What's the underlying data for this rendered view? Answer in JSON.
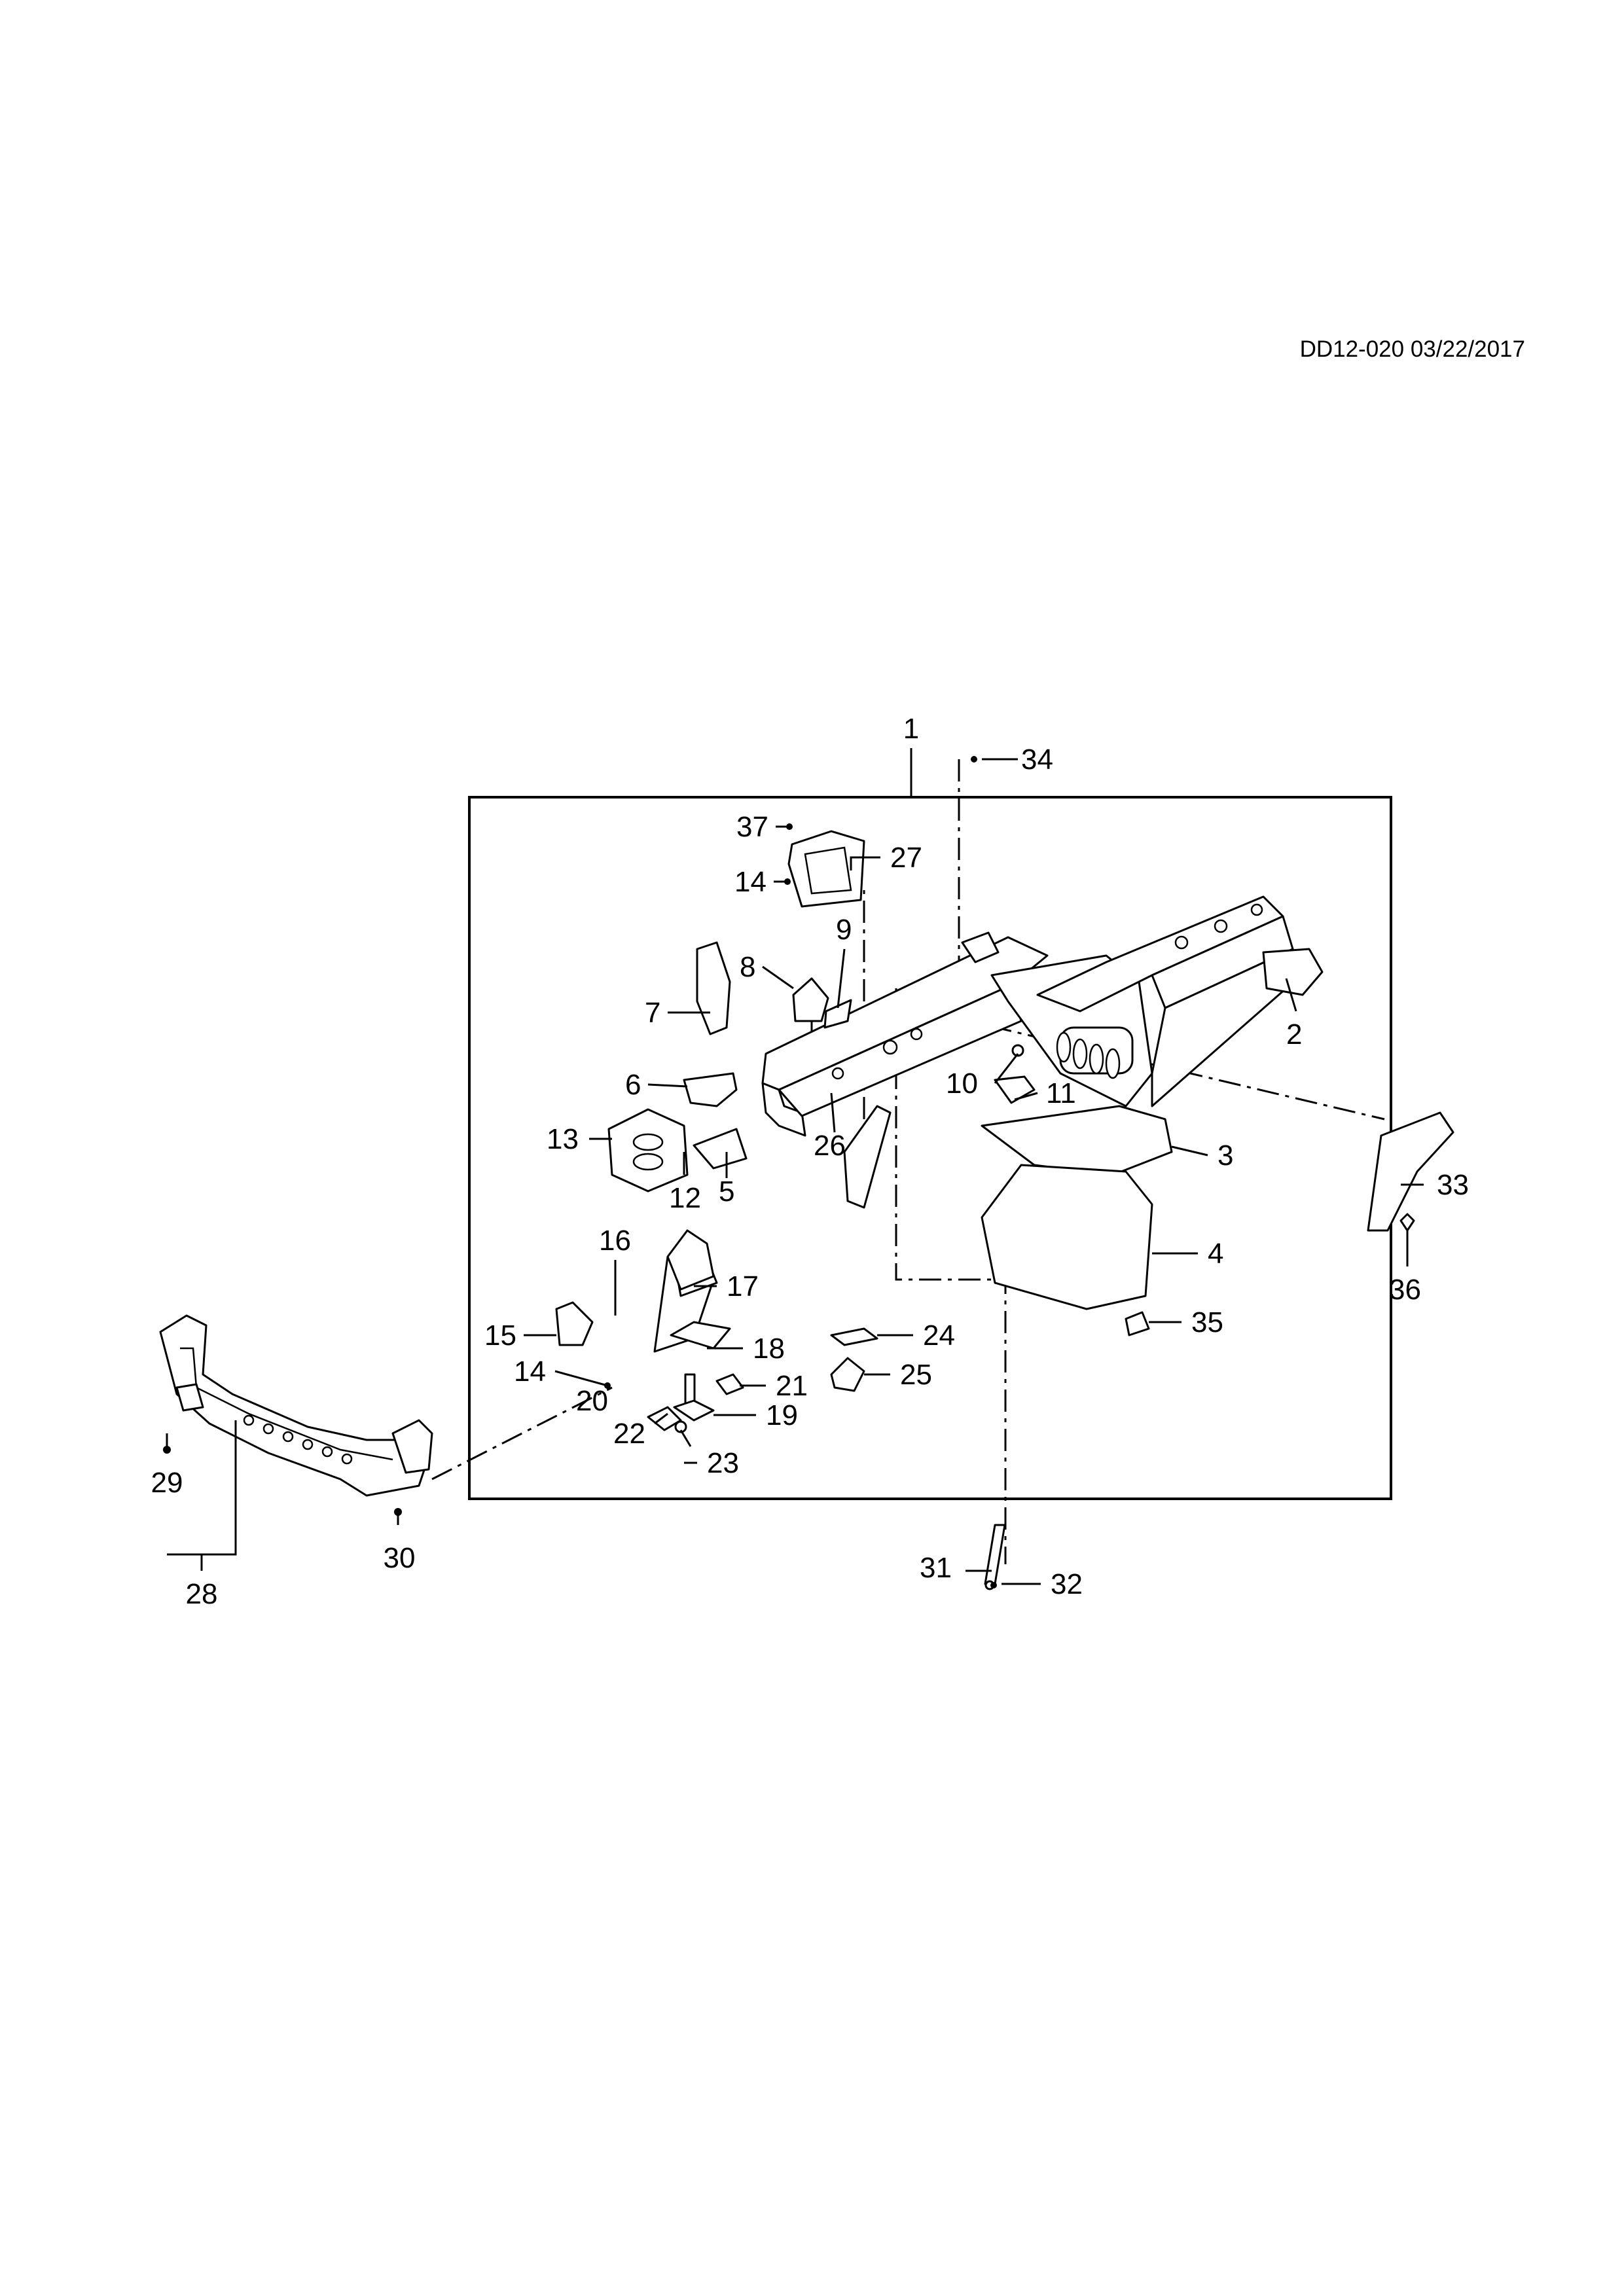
{
  "reference": "DD12-020 03/22/2017",
  "callouts": {
    "c1": "1",
    "c2": "2",
    "c3": "3",
    "c4": "4",
    "c5": "5",
    "c6": "6",
    "c7": "7",
    "c8": "8",
    "c9": "9",
    "c10": "10",
    "c11": "11",
    "c12": "12",
    "c13": "13",
    "c14a": "14",
    "c14b": "14",
    "c15": "15",
    "c16": "16",
    "c17": "17",
    "c18": "18",
    "c19": "19",
    "c20": "20",
    "c21": "21",
    "c22": "22",
    "c23": "23",
    "c24": "24",
    "c25": "25",
    "c26": "26",
    "c27": "27",
    "c28": "28",
    "c29": "29",
    "c30": "30",
    "c31": "31",
    "c32": "32",
    "c33": "33",
    "c34": "34",
    "c35": "35",
    "c36": "36",
    "c37": "37"
  }
}
